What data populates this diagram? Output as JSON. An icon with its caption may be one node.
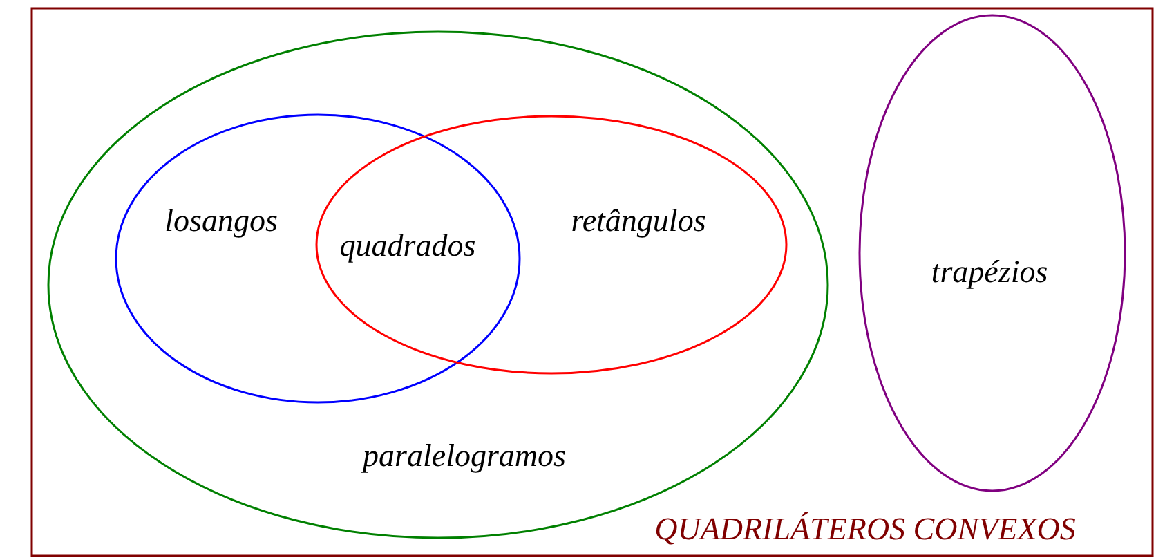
{
  "diagram": {
    "nodes": [
      {
        "text": [
          "QUADRILÁTEROS CONVEXOS"
        ]
      },
      {
        "text": [
          "paralelogramos"
        ],
        "in": 0
      },
      {
        "text": [
          "losangos"
        ],
        "in": 1
      },
      {
        "text": [
          "retângulos"
        ],
        "in": 1
      },
      {
        "text": [
          "trapézios"
        ],
        "in": 0
      }
    ],
    "edges": [],
    "labels": [
      "quadrados"
    ]
  }
}
